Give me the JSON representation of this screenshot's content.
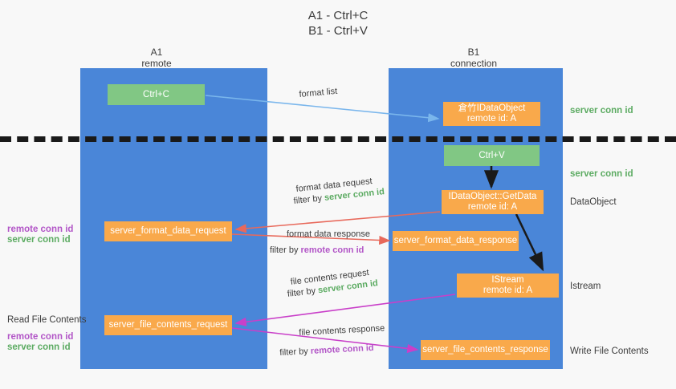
{
  "title": {
    "line1": "A1 - Ctrl+C",
    "line2": "B1 - Ctrl+V"
  },
  "columns": {
    "a1": {
      "name": "A1",
      "role": "remote"
    },
    "b1": {
      "name": "B1",
      "role": "connection"
    }
  },
  "colors": {
    "lane": "#4a86d8",
    "box_orange": "#f9a94b",
    "box_green": "#81c784",
    "server_conn_id": "#5cab62",
    "remote_conn_id": "#b255c7",
    "arrow_format_list": "#7ab6ec",
    "arrow_format_data": "#e8695b",
    "arrow_file_contents": "#c93fc9",
    "arrow_black": "#1a1a1a",
    "background": "#f8f8f8"
  },
  "boxes": {
    "ctrl_c": {
      "line1": "Ctrl+C",
      "line2": ""
    },
    "idataobject": {
      "line1": "倉竹IDataObject",
      "line2": "remote id: A"
    },
    "ctrl_v": {
      "line1": "Ctrl+V",
      "line2": ""
    },
    "getdata": {
      "line1": "IDataObject::GetData",
      "line2": "remote id: A"
    },
    "format_data_request": {
      "line1": "server_format_data_request",
      "line2": ""
    },
    "format_data_response": {
      "line1": "server_format_data_response",
      "line2": ""
    },
    "istream": {
      "line1": "IStream",
      "line2": "remote id: A"
    },
    "file_contents_request": {
      "line1": "server_file_contents_request",
      "line2": ""
    },
    "file_contents_response": {
      "line1": "server_file_contents_response",
      "line2": ""
    }
  },
  "side_labels": {
    "dataobject": "DataObject",
    "istream": "Istream",
    "write_file_contents": "Write File Contents",
    "read_file_contents": "Read File Contents"
  },
  "conn_ids": {
    "server": "server conn id",
    "remote": "remote conn id"
  },
  "arrow_labels": {
    "format_list": "format list",
    "format_data_request": "format data request",
    "format_data_request_filter_prefix": "filter by ",
    "format_data_response": "format data response",
    "format_data_response_filter_prefix": "filter by ",
    "file_contents_request": "file contents request",
    "file_contents_request_filter_prefix": "filter by ",
    "file_contents_response": "file contents response",
    "file_contents_response_filter_prefix": "filter by "
  }
}
